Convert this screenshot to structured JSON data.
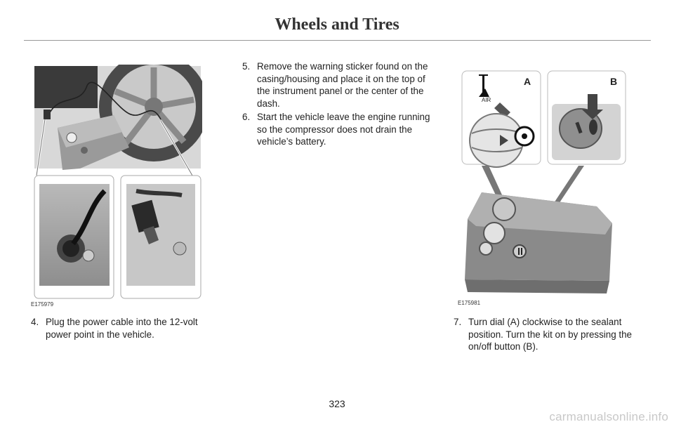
{
  "header": {
    "title": "Wheels and Tires"
  },
  "figures": [
    {
      "code": "E175979"
    },
    {
      "code": "E175981",
      "labels": {
        "a": "A",
        "b": "B",
        "air": "AIR"
      }
    }
  ],
  "steps": [
    {
      "number": "4.",
      "text": "Plug the power cable into the 12-volt power point in the vehicle."
    },
    {
      "number": "5.",
      "text": "Remove the warning sticker found on the casing/housing and place it on the top of the instrument panel or the center of the dash."
    },
    {
      "number": "6.",
      "text": "Start the vehicle leave the engine running so the compressor does not drain the vehicle’s battery."
    },
    {
      "number": "7.",
      "text": "Turn dial (A) clockwise to the sealant position. Turn the kit on by pressing the on/off button (B)."
    }
  ],
  "footer": {
    "page_number": "323",
    "watermark": "carmanualsonline.info"
  }
}
